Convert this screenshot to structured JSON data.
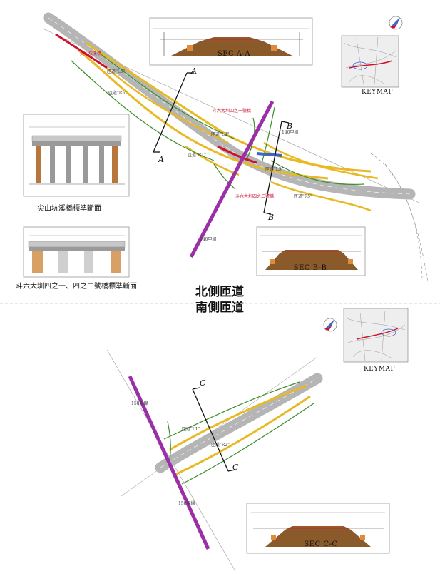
{
  "title": {
    "north": "北側匝道",
    "south": "南側匝道"
  },
  "sections": {
    "aa": {
      "label": "SEC A-A",
      "letter": "A"
    },
    "bb": {
      "label": "SEC B-B",
      "letter": "B"
    },
    "cc": {
      "label": "SEC C-C",
      "letter": "C"
    }
  },
  "keymap": {
    "label": "KEYMAP"
  },
  "bridges": {
    "jianshan": "尖山坑溪橋標準斷面",
    "douliu": "斗六大圳四之一、四之二號橋標準斷面"
  },
  "ramps": {
    "l5": "匝道\"L5\"",
    "r5": "匝道\"R5\"",
    "l3": "匝道\"L3\"",
    "r1": "匝道\"R1\"",
    "l1": "匝道\"L1\"",
    "r2": "匝道\"R2\"",
    "road140": "140甲線",
    "road158": "158甲線"
  },
  "annotations": {
    "jianshan_bridge": "尖山坑溪橋",
    "douliu_bridge": "斗六大圳四之一號橋",
    "douliu_bridge2": "斗六大圳四之二號橋"
  },
  "colors": {
    "highway": "#b5b5b5",
    "ramp_yellow": "#e8b923",
    "ramp_green": "#3a8f2a",
    "bridge_red": "#d0102a",
    "road_purple": "#9b2fa8",
    "blue_strip": "#3e63c9"
  }
}
